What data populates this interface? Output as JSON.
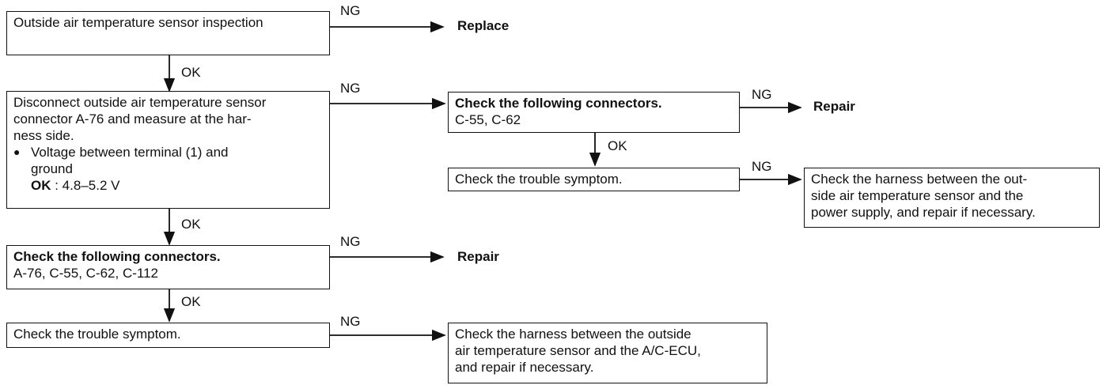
{
  "labels": {
    "ng": "NG",
    "ok": "OK"
  },
  "step1": {
    "text": "Outside air temperature sensor inspection",
    "result_ng": "Replace"
  },
  "step2": {
    "line1": "Disconnect outside air temperature sensor",
    "line2": "connector A-76 and measure at the har-",
    "line3": "ness side.",
    "bullet": "Voltage between terminal (1) and",
    "bullet2": "ground",
    "ok_key": "OK",
    "ok_value": ": 4.8–5.2 V"
  },
  "branch2": {
    "title": "Check the following connectors.",
    "connectors": "C-55, C-62",
    "result_ng": "Repair",
    "symptom": "Check the trouble symptom.",
    "harness_line1": "Check the harness between the out-",
    "harness_line2": "side air temperature sensor and the",
    "harness_line3": "power supply, and repair if necessary."
  },
  "step3": {
    "title": "Check the following connectors.",
    "connectors": "A-76, C-55, C-62, C-112",
    "result_ng": "Repair"
  },
  "step4": {
    "text": "Check the trouble symptom.",
    "harness_line1": "Check the harness between the outside",
    "harness_line2": "air temperature sensor and the A/C-ECU,",
    "harness_line3": "and repair if necessary."
  }
}
